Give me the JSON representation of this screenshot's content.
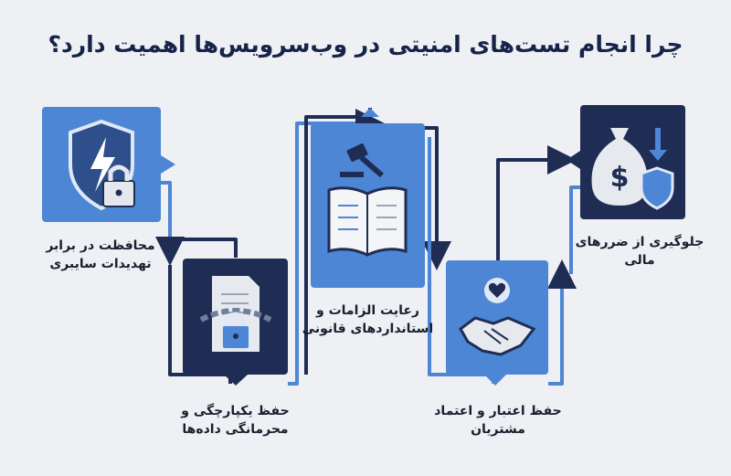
{
  "title": "چرا انجام تست‌های امنیتی در وب‌سرویس‌ها اهمیت دارد؟",
  "colors": {
    "background": "#eef0f4",
    "light_blue": "#4c86d4",
    "dark_navy": "#1f2d55",
    "line": "#2f66c4",
    "text": "#1a1f2e"
  },
  "steps": [
    {
      "line1": "محافظت در برابر",
      "line2": "تهدیدات سایبری",
      "icon": "shield-lightning-lock-icon"
    },
    {
      "line1": "حفظ یکپارچگی و",
      "line2": "محرمانگی داده‌ها",
      "icon": "document-chain-lock-icon"
    },
    {
      "line1": "رعایت الزامات و",
      "line2": "استانداردهای قانونی",
      "icon": "gavel-book-icon"
    },
    {
      "line1": "حفظ اعتبار و اعتماد",
      "line2": "مشتریان",
      "icon": "handshake-heart-icon"
    },
    {
      "line1": "جلوگیری از ضررهای",
      "line2": "مالی",
      "icon": "money-bag-shield-icon"
    }
  ]
}
